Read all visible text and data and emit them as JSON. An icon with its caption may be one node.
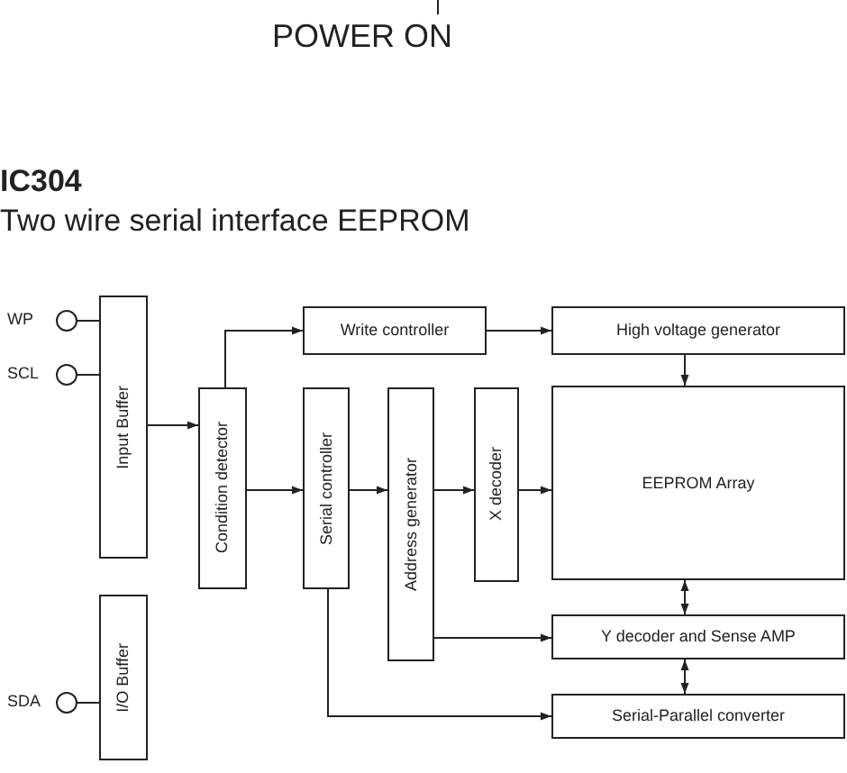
{
  "diagram": {
    "title": "IC304",
    "nodes": [
      {
        "text": [
          "POWER ON"
        ]
      },
      {
        "text": [],
        "shape": "circle",
        "beside": [
          "WP"
        ]
      },
      {
        "text": [],
        "shape": "circle",
        "beside": [
          "SCL"
        ]
      },
      {
        "text": [
          "Input Buffer"
        ]
      },
      {
        "text": [
          "Condition detector"
        ]
      },
      {
        "text": [
          "Write controller"
        ]
      },
      {
        "text": [
          "High voltage generator"
        ]
      },
      {
        "text": [
          "Serial controller"
        ]
      },
      {
        "text": [
          "Address generator"
        ]
      },
      {
        "text": [
          "X decoder"
        ]
      },
      {
        "text": [
          "EEPROM Array"
        ]
      },
      {
        "text": [
          "Y decoder and Sense AMP"
        ]
      },
      {
        "text": [
          "I/O Buffer"
        ]
      },
      {
        "text": [],
        "shape": "circle",
        "beside": [
          "SDA"
        ]
      },
      {
        "text": [
          "Serial-Parallel converter"
        ]
      }
    ],
    "edges": [
      {
        "from": null,
        "to": 0,
        "arrow": "none"
      },
      {
        "from": 1,
        "to": 3,
        "arrow": "none"
      },
      {
        "from": 2,
        "to": 3,
        "arrow": "none"
      },
      {
        "from": 13,
        "to": 12,
        "arrow": "none"
      },
      {
        "from": 3,
        "to": 4,
        "arrow": "to"
      },
      {
        "from": 4,
        "to": 5,
        "arrow": "to"
      },
      {
        "from": 4,
        "to": 7,
        "arrow": "to"
      },
      {
        "from": 7,
        "to": 8,
        "arrow": "to"
      },
      {
        "from": 8,
        "to": 9,
        "arrow": "to"
      },
      {
        "from": 9,
        "to": 10,
        "arrow": "to"
      },
      {
        "from": 5,
        "to": 6,
        "arrow": "to"
      },
      {
        "from": 6,
        "to": 10,
        "arrow": "to"
      },
      {
        "from": 10,
        "to": 11,
        "arrow": "both"
      },
      {
        "from": 8,
        "to": 11,
        "arrow": "to"
      },
      {
        "from": 11,
        "to": 14,
        "arrow": "both"
      },
      {
        "from": 7,
        "to": 14,
        "arrow": "to"
      }
    ],
    "labels": [
      "Two wire serial interface EEPROM"
    ]
  }
}
